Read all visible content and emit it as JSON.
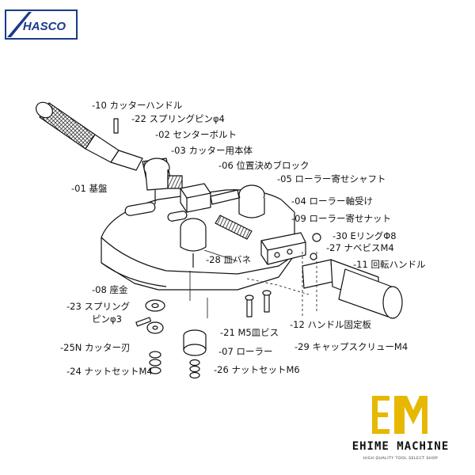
{
  "brand": {
    "logo_text": "HASCO",
    "shop_name": "EHIME MACHINE",
    "shop_tagline": "HIGH QUALITY TOOL SELECT SHOP",
    "accent_color": "#1a3a8c",
    "shop_logo_color": "#e6b800"
  },
  "parts": [
    {
      "id": "10",
      "label": "-10 カッターハンドル"
    },
    {
      "id": "22",
      "label": "-22 スプリングピンφ4"
    },
    {
      "id": "02",
      "label": "-02 センターボルト"
    },
    {
      "id": "03",
      "label": "-03 カッター用本体"
    },
    {
      "id": "06",
      "label": "-06 位置決めブロック"
    },
    {
      "id": "05",
      "label": "-05 ローラー寄せシャフト"
    },
    {
      "id": "01",
      "label": "-01 基盤"
    },
    {
      "id": "04",
      "label": "-04 ローラー軸受け"
    },
    {
      "id": "09",
      "label": "-09 ローラー寄せナット"
    },
    {
      "id": "30",
      "label": "-30 EリングΦ8"
    },
    {
      "id": "27",
      "label": "-27 ナベビスM4"
    },
    {
      "id": "28",
      "label": "-28 皿バネ"
    },
    {
      "id": "11",
      "label": "-11 回転ハンドル"
    },
    {
      "id": "08",
      "label": "-08 座金"
    },
    {
      "id": "23a",
      "label": "-23 スプリング"
    },
    {
      "id": "23b",
      "label": "ピンφ3"
    },
    {
      "id": "21",
      "label": "-21 M5皿ビス"
    },
    {
      "id": "12",
      "label": "-12 ハンドル固定板"
    },
    {
      "id": "25N",
      "label": "-25N カッター刃"
    },
    {
      "id": "07",
      "label": "-07 ローラー"
    },
    {
      "id": "29",
      "label": "-29 キャップスクリューM4"
    },
    {
      "id": "24",
      "label": "-24 ナットセットM4"
    },
    {
      "id": "26",
      "label": "-26 ナットセットM6"
    }
  ]
}
